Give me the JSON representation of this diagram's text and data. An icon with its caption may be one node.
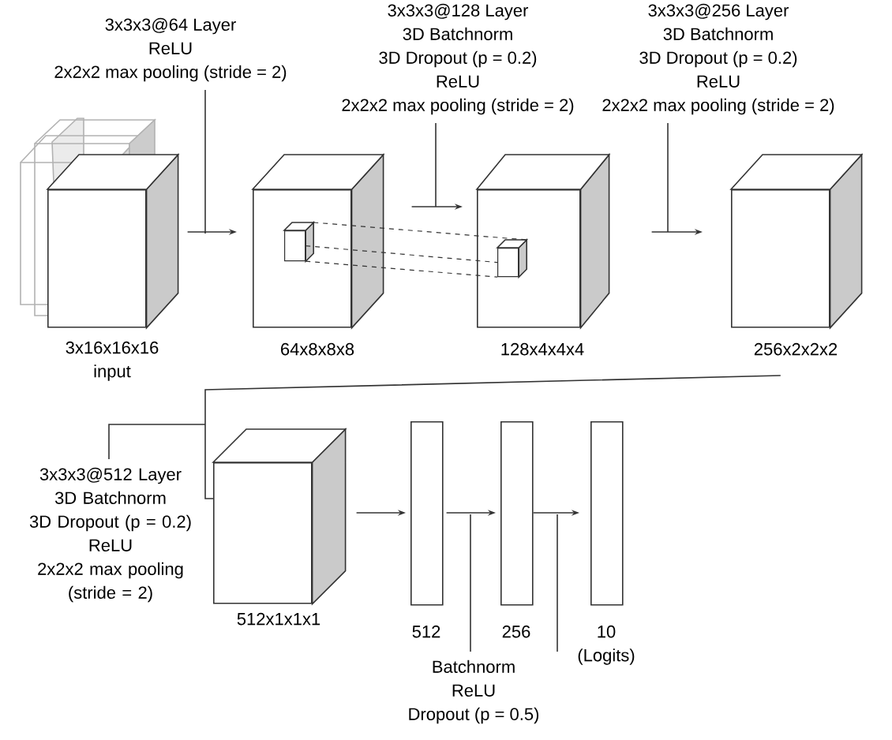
{
  "diagram": {
    "nodes": [
      {
        "text": [
          "3x3x3@64 Layer",
          "ReLU",
          "2x2x2 max pooling (stride = 2)"
        ]
      },
      {
        "text": [
          "3x3x3@128 Layer",
          "3D Batchnorm",
          "3D Dropout (p = 0.2)",
          "ReLU",
          "2x2x2 max pooling (stride = 2)"
        ]
      },
      {
        "text": [
          "3x3x3@256 Layer",
          "3D Batchnorm",
          "3D Dropout (p = 0.2)",
          "ReLU",
          "2x2x2 max pooling (stride = 2)"
        ]
      },
      {
        "text": [],
        "shape": "box",
        "beside": [
          "3x16x16x16",
          "input"
        ]
      },
      {
        "text": [],
        "shape": "box",
        "beside": [
          "64x8x8x8"
        ]
      },
      {
        "text": [],
        "shape": "box",
        "beside": [
          "128x4x4x4"
        ]
      },
      {
        "text": [],
        "shape": "box",
        "beside": [
          "256x2x2x2"
        ]
      },
      {
        "text": [
          "3x3x3@512 Layer",
          "3D Batchnorm",
          "3D Dropout (p = 0.2)",
          "ReLU",
          "2x2x2 max pooling (stride = 2)"
        ]
      },
      {
        "text": [],
        "shape": "box",
        "beside": [
          "512x1x1x1"
        ]
      },
      {
        "text": [],
        "shape": "bar",
        "beside": [
          "512"
        ]
      },
      {
        "text": [],
        "shape": "bar",
        "beside": [
          "256"
        ]
      },
      {
        "text": [],
        "shape": "bar",
        "beside": [
          "10",
          "(Logits)"
        ]
      },
      {
        "text": [
          "Batchnorm",
          "ReLU",
          "Dropout (p = 0.5)"
        ]
      },
      {
        "text": [],
        "shape": "box",
        "in": 4
      },
      {
        "text": [],
        "shape": "box",
        "in": 5
      }
    ],
    "edges": [
      {
        "from": 3,
        "to": 4,
        "arrow": "to"
      },
      {
        "from": 4,
        "to": 5,
        "arrow": "to"
      },
      {
        "from": 5,
        "to": 6,
        "arrow": "to"
      },
      {
        "from": 6,
        "to": 8,
        "arrow": "none"
      },
      {
        "from": 8,
        "to": 9,
        "arrow": "to"
      },
      {
        "from": 9,
        "to": 10,
        "arrow": "to"
      },
      {
        "from": 10,
        "to": 11,
        "arrow": "to"
      },
      {
        "from": 0,
        "to": null,
        "arrow": "none"
      },
      {
        "from": 1,
        "to": null,
        "arrow": "none"
      },
      {
        "from": 2,
        "to": null,
        "arrow": "none"
      },
      {
        "from": 7,
        "to": 8,
        "arrow": "none"
      },
      {
        "from": 12,
        "to": null,
        "arrow": "none"
      },
      {
        "from": 12,
        "to": null,
        "arrow": "none"
      },
      {
        "from": 13,
        "to": 14,
        "arrow": "none",
        "style": "dashed"
      },
      {
        "from": 13,
        "to": 14,
        "arrow": "none",
        "style": "dashed"
      },
      {
        "from": 13,
        "to": 14,
        "arrow": "none",
        "style": "dashed"
      }
    ]
  }
}
